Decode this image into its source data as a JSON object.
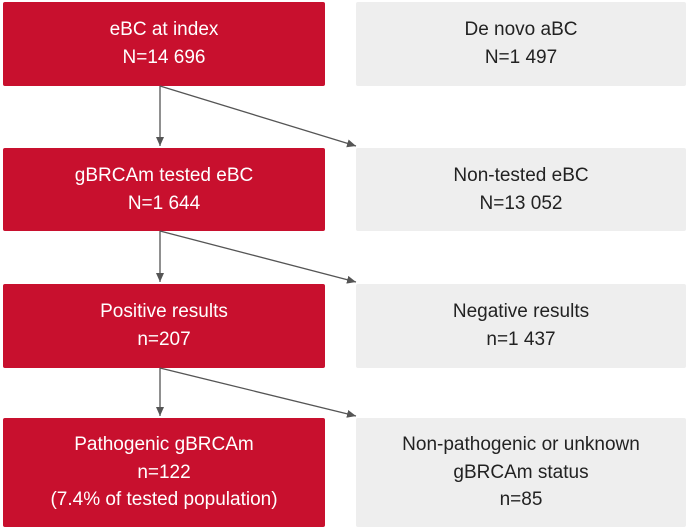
{
  "nodes": {
    "ebc_index": {
      "lines": [
        "eBC at index",
        "N=14 696"
      ]
    },
    "de_novo": {
      "lines": [
        "De novo aBC",
        "N=1 497"
      ]
    },
    "tested": {
      "lines": [
        "gBRCAm tested eBC",
        "N=1 644"
      ]
    },
    "non_tested": {
      "lines": [
        "Non-tested eBC",
        "N=13 052"
      ]
    },
    "positive": {
      "lines": [
        "Positive results",
        "n=207"
      ]
    },
    "negative": {
      "lines": [
        "Negative results",
        "n=1 437"
      ]
    },
    "pathogenic": {
      "lines": [
        "Pathogenic gBRCAm",
        "n=122",
        "(7.4% of tested population)"
      ]
    },
    "non_pathogenic": {
      "lines": [
        "Non-pathogenic or unknown",
        "gBRCAm status",
        "n=85"
      ]
    }
  },
  "colors": {
    "primary_box": "#c8102e",
    "secondary_box": "#eeeeee",
    "arrow": "#555555"
  }
}
